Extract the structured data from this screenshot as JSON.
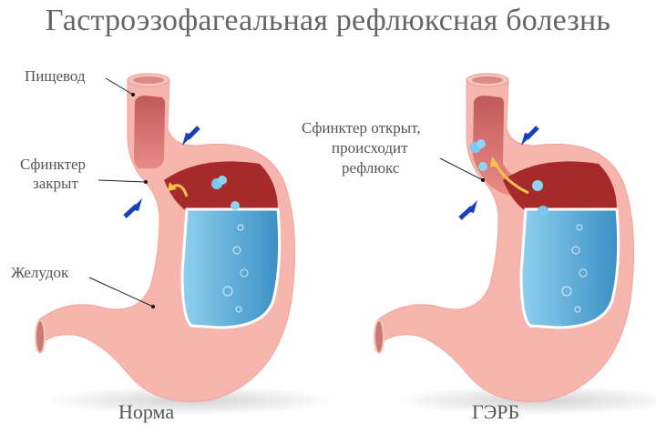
{
  "title": "Гастроэзофагеальная рефлюксная болезнь",
  "panels": [
    {
      "id": "normal",
      "caption": "Норма",
      "labels": {
        "esophagus": "Пищевод",
        "sphincter_line1": "Сфинктер",
        "sphincter_line2": "закрыт",
        "stomach": "Желудок"
      }
    },
    {
      "id": "gerd",
      "caption": "ГЭРБ",
      "labels": {
        "sphincter_line1": "Сфинктер открыт,",
        "sphincter_line2": "происходит",
        "sphincter_line3": "рефлюкс"
      }
    }
  ],
  "colors": {
    "tissue": "#f6b5ad",
    "tissue_dark": "#ee9a92",
    "lining": "#b8322e",
    "gastric_acid": "#5aaed6",
    "arrow": "#1a3fb8",
    "reflux_arrow": "#f2c14e",
    "bubble": "#7cc8ef"
  }
}
